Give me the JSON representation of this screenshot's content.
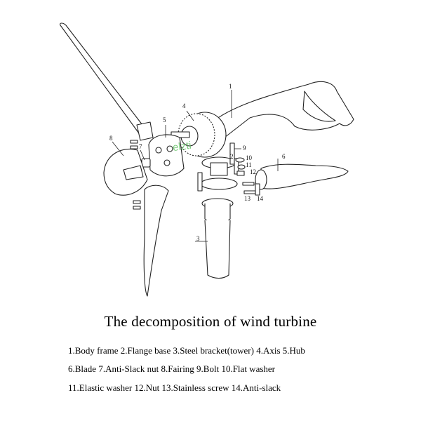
{
  "title": "The decomposition of wind turbine",
  "part_numbers": [
    "1",
    "2",
    "3",
    "4",
    "5",
    "6",
    "7",
    "8",
    "9",
    "10",
    "11",
    "12",
    "13",
    "14"
  ],
  "watermark": "elzti",
  "legend": [
    "1.Body frame  2.Flange base  3.Steel bracket(tower)  4.Axis  5.Hub",
    "6.Blade  7.Anti-Slack nut  8.Fairing  9.Bolt  10.Flat washer",
    "11.Elastic washer  12.Nut  13.Stainless screw  14.Anti-slack"
  ],
  "colors": {
    "line": "#222222",
    "background": "#ffffff",
    "watermark": "#5fbf60"
  }
}
